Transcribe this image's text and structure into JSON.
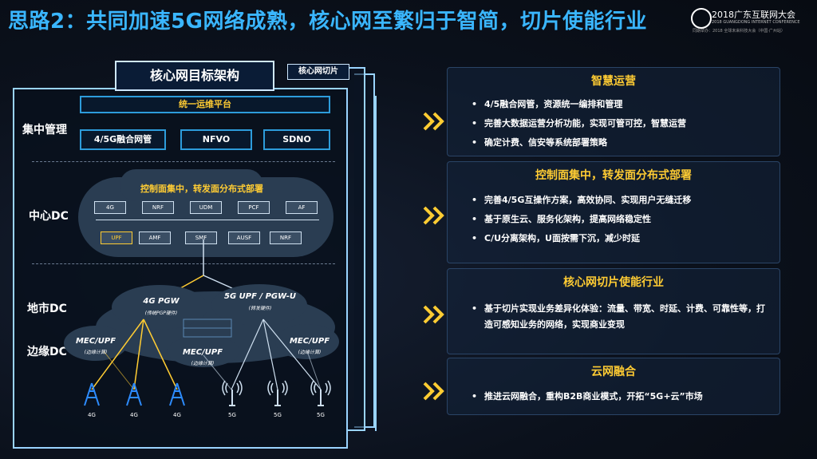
{
  "title": "思路2：共同加速5G网络成熟，核心网至繁归于智简，切片使能行业",
  "logo": {
    "name": "2018广东互联网大会",
    "english": "2018 GUANGDONG INTERNET CONFERENCE",
    "sub": "同期举办：2018 全球未来科技大会（中国·广州站）"
  },
  "arch": {
    "title": "核心网目标架构",
    "slice_tab": "核心网切片",
    "labels": {
      "central": "集中管理",
      "center_dc": "中心DC",
      "metro_dc": "地市DC",
      "edge_dc": "边缘DC"
    },
    "ops_platform": "统一运维平台",
    "mgmt": [
      "4/5G融合网管",
      "NFVO",
      "SDNO"
    ],
    "cloud_title": "控制面集中，转发面分布式部署",
    "nf_row1": [
      "4G",
      "NRF",
      "UDM",
      "PCF",
      "AF"
    ],
    "nf_row2": [
      "UPF",
      "AMF",
      "SMF",
      "AUSF",
      "NRF"
    ],
    "pgw4g": {
      "name": "4G PGW",
      "sub": "(传统PGP硬件)"
    },
    "pgw5g": {
      "name": "5G UPF / PGW-U",
      "sub": "(转发硬件)"
    },
    "mec_left": {
      "name": "MEC/UPF",
      "sub": "(边缘计算)"
    },
    "mec_mid": {
      "name": "MEC/UPF",
      "sub": "(边缘计算)"
    },
    "mec_right": {
      "name": "MEC/UPF",
      "sub": "(边缘计算)"
    },
    "antennas": [
      "4G",
      "4G",
      "4G",
      "5G",
      "5G",
      "5G"
    ]
  },
  "cards": [
    {
      "title": "智慧运营",
      "items": [
        "4/5融合网管，资源统一编排和管理",
        "完善大数据运营分析功能，实现可管可控，智慧运营",
        "确定计费、信安等系统部署策略"
      ]
    },
    {
      "title": "控制面集中，转发面分布式部署",
      "items": [
        "完善4/5G互操作方案，高效协同、实现用户无缝迁移",
        "基于原生云、服务化架构，提高网络稳定性",
        "C/U分离架构，U面按需下沉，减少时延"
      ]
    },
    {
      "title": "核心网切片使能行业",
      "items": [
        "基于切片实现业务差异化体验：流量、带宽、时延、计费、可靠性等，打造可感知业务的网络，实现商业变现"
      ]
    },
    {
      "title": "云网融合",
      "items": [
        "推进云网融合，重构B2B商业模式，开拓“5G+云”市场"
      ]
    }
  ],
  "colors": {
    "title": "#3ab6ff",
    "card_title": "#ffcc33",
    "chevron": "#ffcc33",
    "border": "#2d9cdb"
  }
}
